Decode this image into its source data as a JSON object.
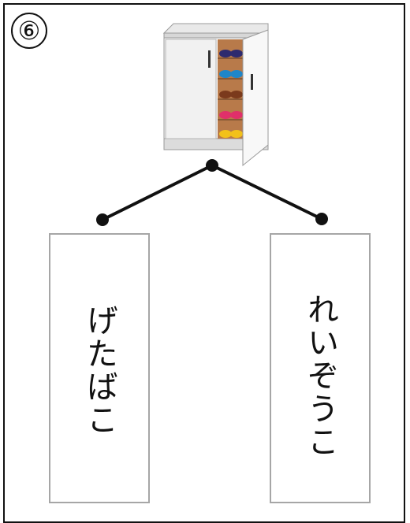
{
  "question": {
    "number": "⑥"
  },
  "picture": {
    "icon": "shoe-cabinet-icon"
  },
  "choices": [
    {
      "label": "げたばこ"
    },
    {
      "label": "れいぞうこ"
    }
  ]
}
